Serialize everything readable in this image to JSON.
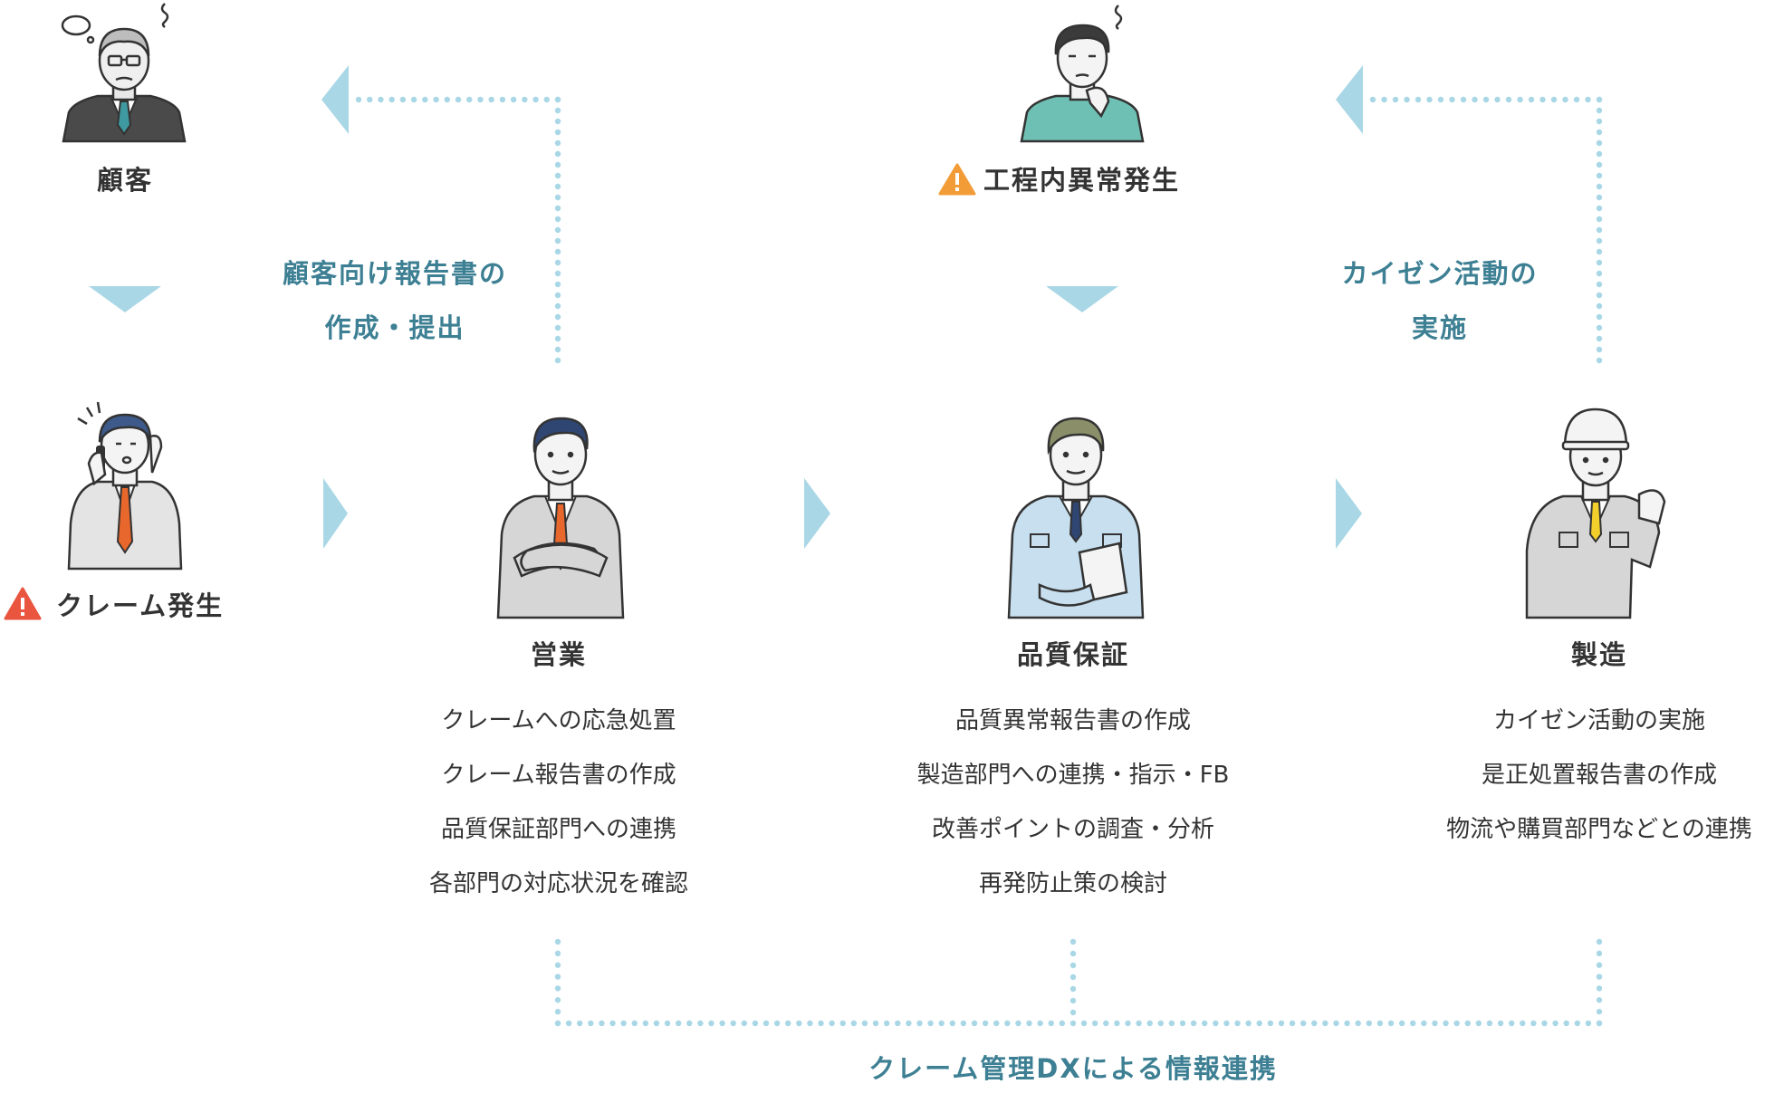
{
  "colors": {
    "arrow": "#a9d7e6",
    "accent_text": "#3d7f93",
    "warning_red": "#e9553f",
    "warning_orange": "#f29c38"
  },
  "top_nodes": {
    "customer": {
      "label": "顧客",
      "icon": "elderly-customer-illustration"
    },
    "process_abnormality": {
      "label": "工程内異常発生",
      "icon": "worker-thinking-illustration",
      "warning_icon": "warning-icon"
    }
  },
  "claim": {
    "label": "クレーム発生",
    "icon": "worried-phone-caller-illustration",
    "warning_icon": "warning-icon"
  },
  "flow_labels": {
    "report_line1": "顧客向け報告書の",
    "report_line2": "作成・提出",
    "kaizen_line1": "カイゼン活動の",
    "kaizen_line2": "実施"
  },
  "departments": [
    {
      "title": "営業",
      "icon": "salesperson-illustration",
      "tasks": [
        "クレームへの応急処置",
        "クレーム報告書の作成",
        "品質保証部門への連携",
        "各部門の対応状況を確認"
      ]
    },
    {
      "title": "品質保証",
      "icon": "quality-assurance-illustration",
      "tasks": [
        "品質異常報告書の作成",
        "製造部門への連携・指示・FB",
        "改善ポイントの調査・分析",
        "再発防止策の検討"
      ]
    },
    {
      "title": "製造",
      "icon": "factory-worker-illustration",
      "tasks": [
        "カイゼン活動の実施",
        "是正処置報告書の作成",
        "物流や購買部門などとの連携"
      ]
    }
  ],
  "bottom_label": "クレーム管理DXによる情報連携"
}
